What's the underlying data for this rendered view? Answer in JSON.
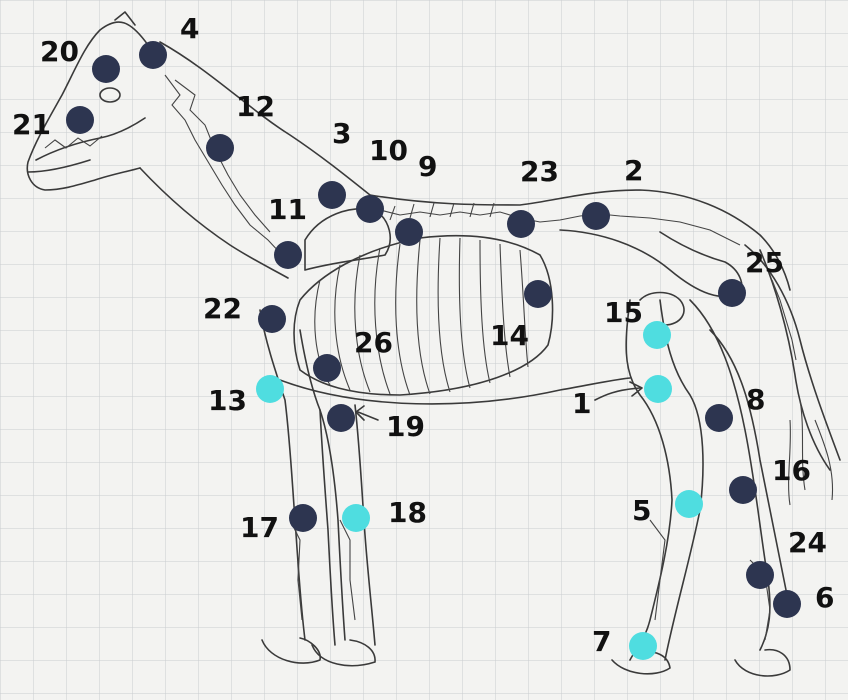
{
  "colors": {
    "paper": "#f3f3f1",
    "grid": "#c9ccd0",
    "dark_marker": "#2d3550",
    "light_marker": "#4fdde0",
    "sketch": "#3a3a3a",
    "label": "#111111"
  },
  "markers": [
    {
      "label": "1",
      "tone": "light"
    },
    {
      "label": "2",
      "tone": "dark"
    },
    {
      "label": "3",
      "tone": "dark"
    },
    {
      "label": "4",
      "tone": "dark"
    },
    {
      "label": "5",
      "tone": "light"
    },
    {
      "label": "6",
      "tone": "dark"
    },
    {
      "label": "7",
      "tone": "light"
    },
    {
      "label": "8",
      "tone": "dark"
    },
    {
      "label": "9",
      "tone": "dark"
    },
    {
      "label": "10",
      "tone": "dark"
    },
    {
      "label": "11",
      "tone": "dark"
    },
    {
      "label": "12",
      "tone": "dark"
    },
    {
      "label": "13",
      "tone": "light"
    },
    {
      "label": "14",
      "tone": "dark"
    },
    {
      "label": "15",
      "tone": "light"
    },
    {
      "label": "16",
      "tone": "dark"
    },
    {
      "label": "17",
      "tone": "dark"
    },
    {
      "label": "18",
      "tone": "light"
    },
    {
      "label": "19",
      "tone": "dark"
    },
    {
      "label": "20",
      "tone": "dark"
    },
    {
      "label": "21",
      "tone": "dark"
    },
    {
      "label": "22",
      "tone": "dark"
    },
    {
      "label": "23",
      "tone": "dark"
    },
    {
      "label": "24",
      "tone": "dark"
    },
    {
      "label": "25",
      "tone": "dark"
    },
    {
      "label": "26",
      "tone": "dark"
    }
  ]
}
